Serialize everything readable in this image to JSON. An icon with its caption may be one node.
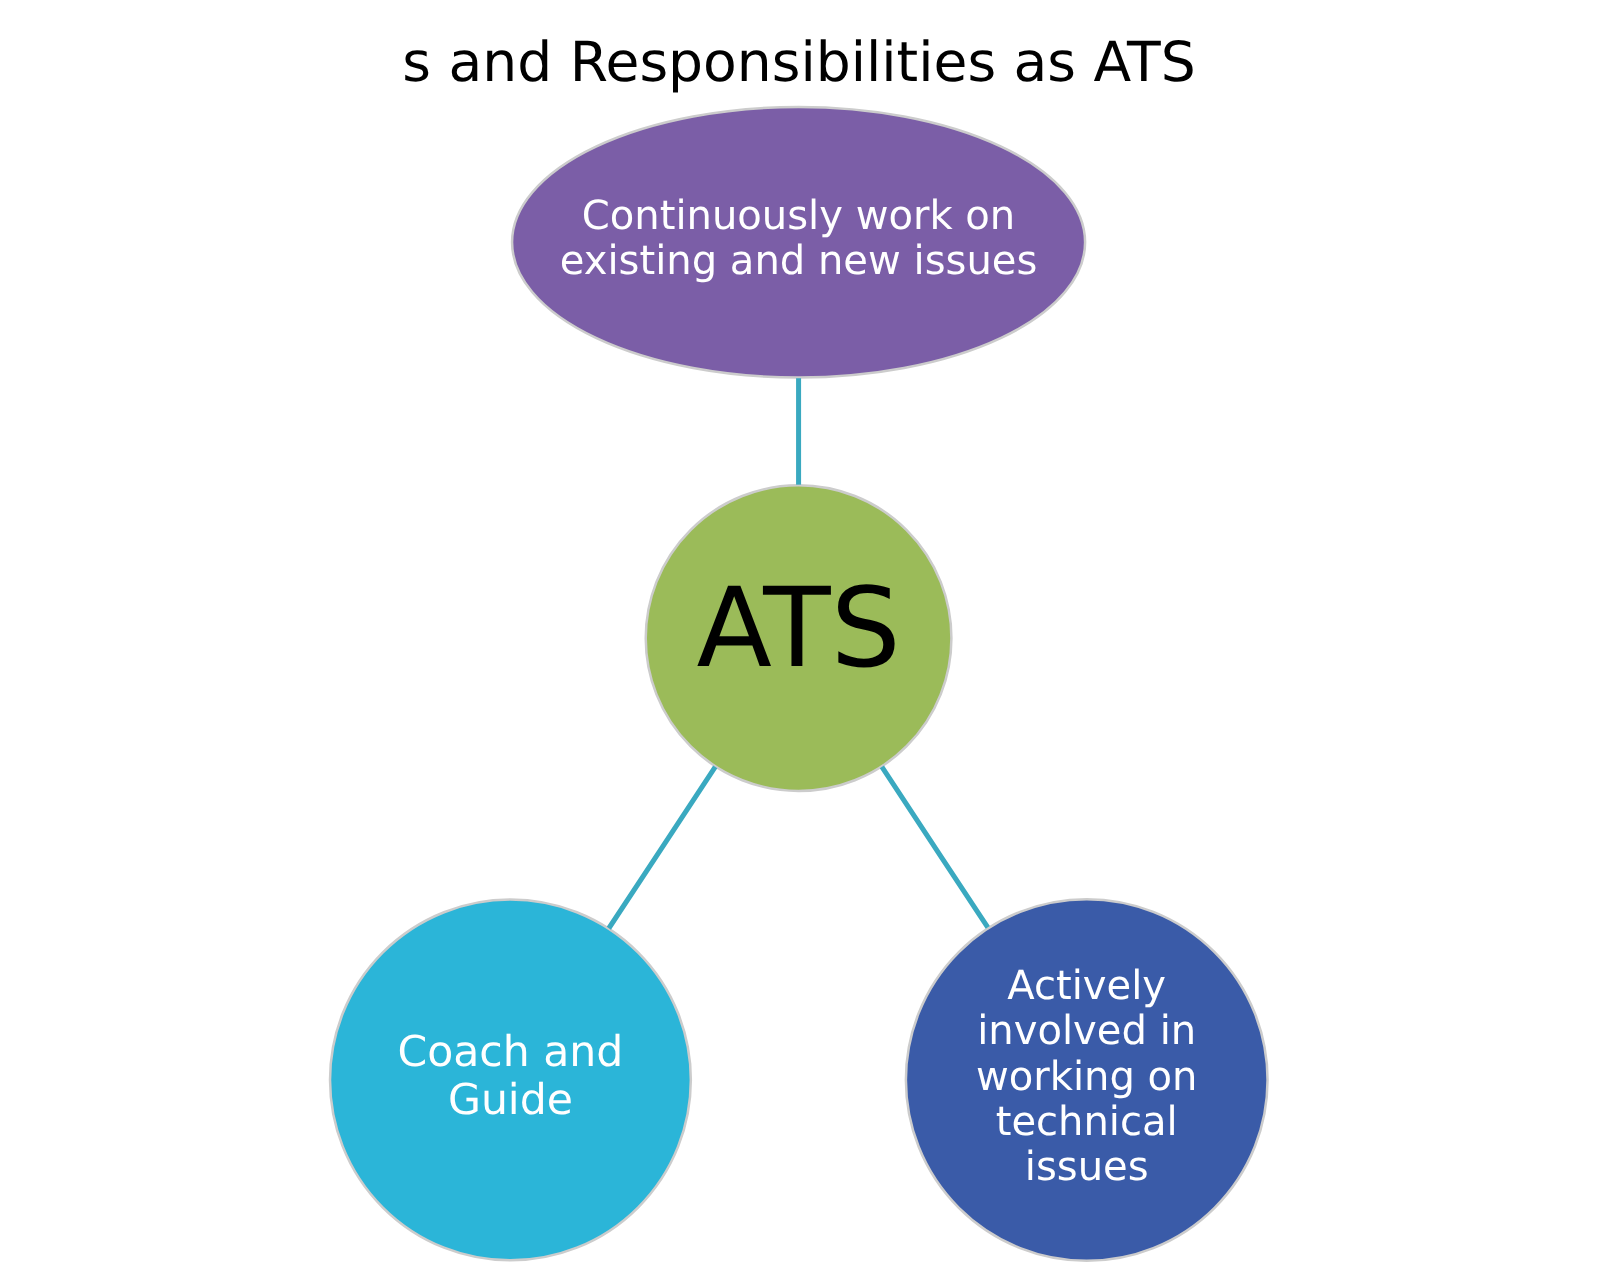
{
  "diagram": {
    "title": "s and Responsibilities as ATS",
    "nodes": [
      {
        "text": [
          "Continuously work on existing and new issues"
        ]
      },
      {
        "text": [
          "ATS"
        ]
      },
      {
        "text": [
          "Coach and Guide"
        ]
      },
      {
        "text": [
          "Actively involved in working on technical issues"
        ]
      }
    ],
    "edges": [
      {
        "from": 0,
        "to": 1,
        "arrow": "none"
      },
      {
        "from": 1,
        "to": 2,
        "arrow": "none"
      },
      {
        "from": 1,
        "to": 3,
        "arrow": "none"
      }
    ]
  }
}
